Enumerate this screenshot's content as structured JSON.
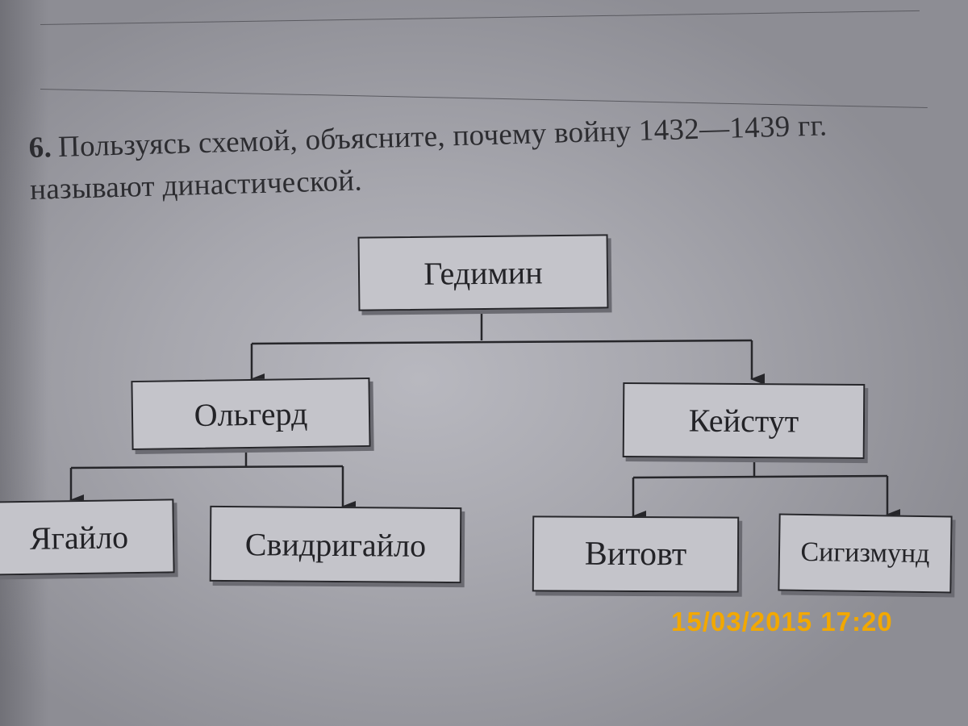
{
  "task": {
    "number": "6.",
    "line1": "Пользуясь схемой, объясните, почему войну 1432—1439 гг.",
    "line2": "называют династической."
  },
  "tree": {
    "root": "Гедимин",
    "children": [
      {
        "name": "Ольгерд",
        "children": [
          "Ягайло",
          "Свидригайло"
        ]
      },
      {
        "name": "Кейстут",
        "children": [
          "Витовт",
          "Сигизмунд"
        ]
      }
    ]
  },
  "photo_timestamp": "15/03/2015  17:20",
  "colors": {
    "stamp": "#f2a800",
    "box_border": "#26262a",
    "box_fill": "#c4c4ca"
  }
}
